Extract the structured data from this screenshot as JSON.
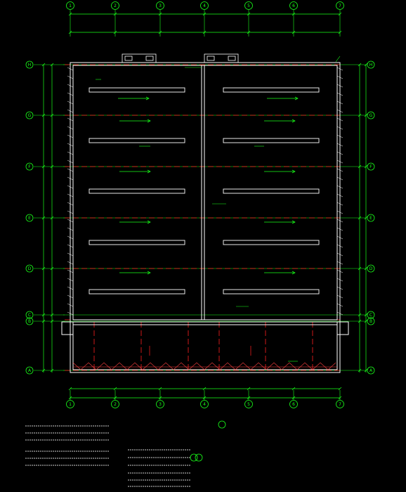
{
  "drawing": {
    "grid_cols": [
      "1",
      "2",
      "3",
      "4",
      "5",
      "6",
      "7"
    ],
    "grid_rows": [
      "A",
      "B",
      "C",
      "D",
      "E",
      "F",
      "G",
      "H"
    ],
    "notes": [
      "1",
      "2",
      "3",
      "4",
      "5",
      "6",
      "7",
      "8"
    ]
  },
  "colors": {
    "background": "#000000",
    "wall": "#ffffff",
    "axis": "#ff2020",
    "dimension": "#19ff19",
    "text": "#e8e8e8",
    "truss": "#ff2020"
  }
}
